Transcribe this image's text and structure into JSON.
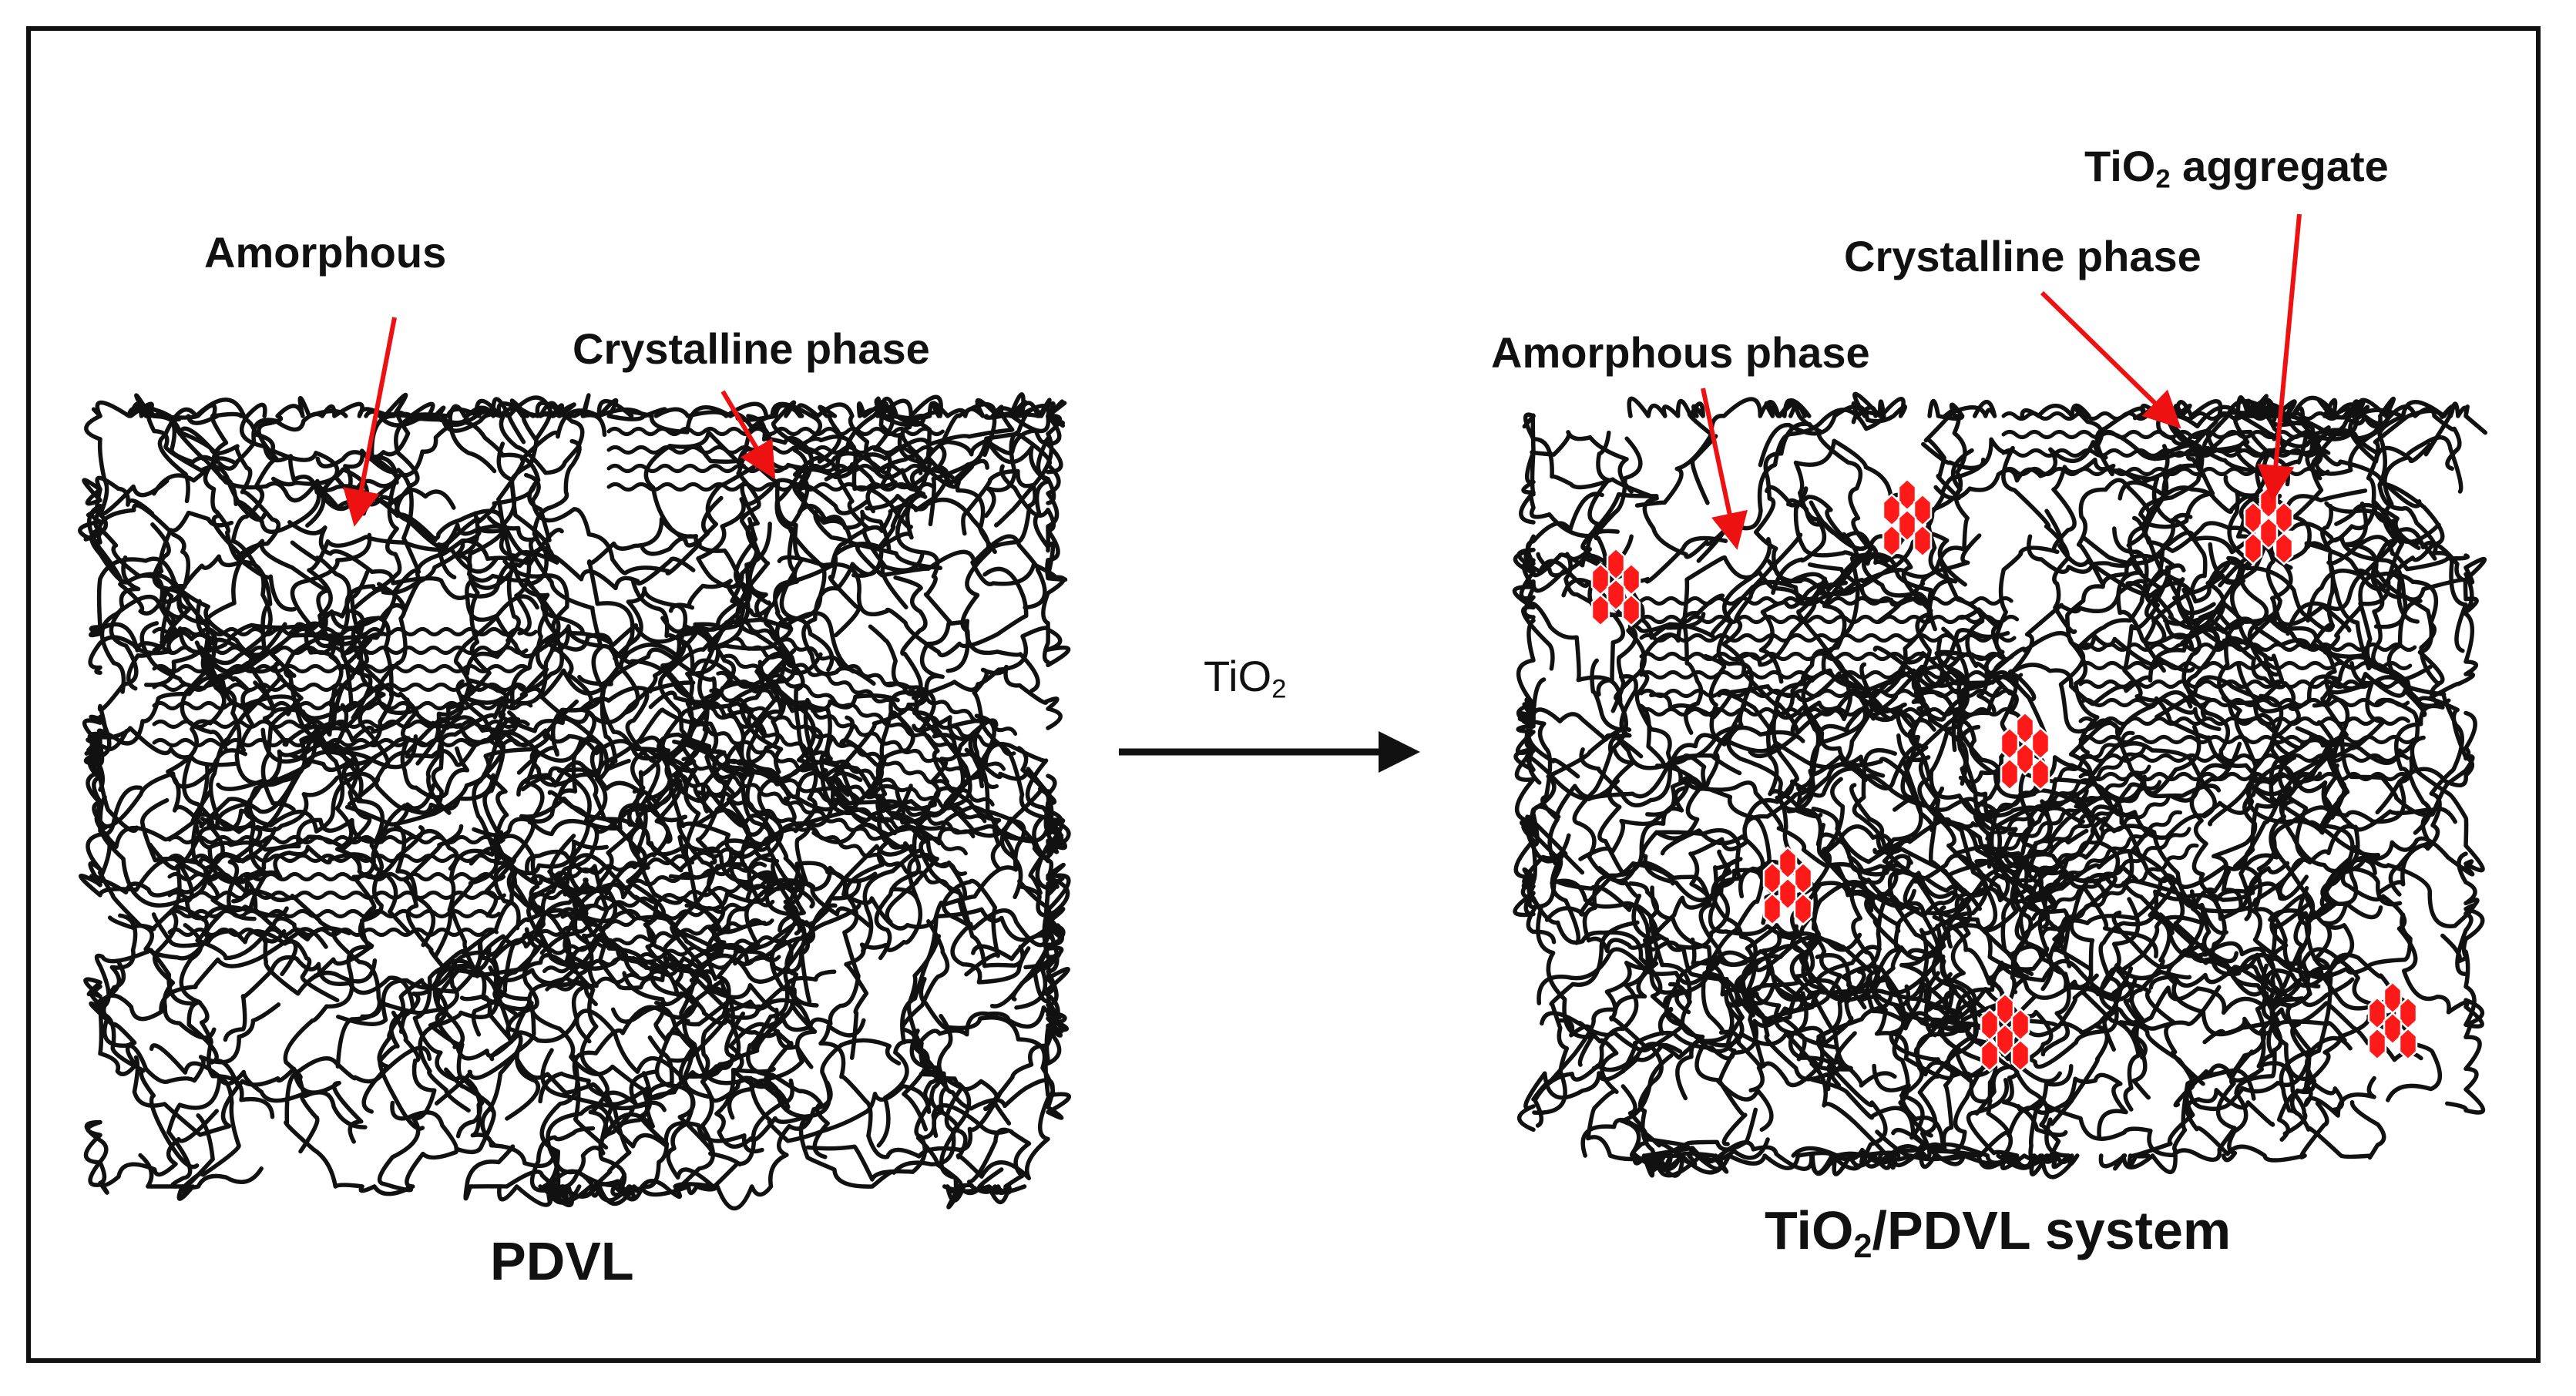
{
  "colors": {
    "outline": "#111111",
    "chain": "#111111",
    "arrow_annotation": "#ee1111",
    "tio2_particle": "#ff1a1a",
    "background": "#ffffff"
  },
  "left_panel": {
    "label_amorphous": "Amorphous",
    "label_crystalline": "Crystalline phase",
    "caption": "PDVL"
  },
  "process": {
    "reagent_main": "TiO",
    "reagent_sub": "2"
  },
  "right_panel": {
    "label_amorphous": "Amorphous phase",
    "label_crystalline": "Crystalline phase",
    "aggregate_main": "TiO",
    "aggregate_sub": "2",
    "aggregate_rest": " aggregate",
    "caption_main": "TiO",
    "caption_sub": "2",
    "caption_rest": "/PDVL system"
  },
  "icons": {
    "process_arrow": "arrow-right-icon",
    "annotation_arrow": "pointer-arrow-icon",
    "particle": "tio2-cluster-icon"
  }
}
